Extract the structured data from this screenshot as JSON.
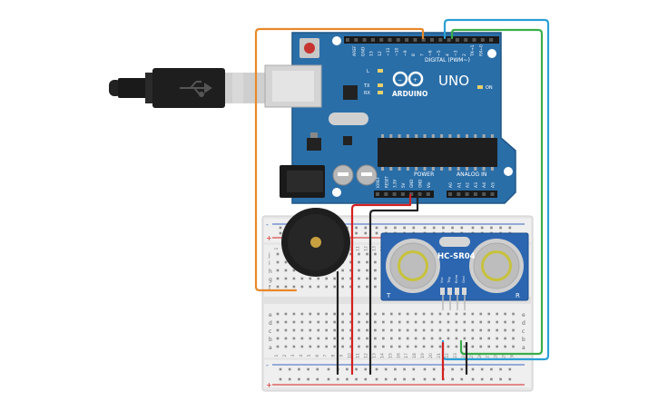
{
  "board": {
    "brand": "ARDUINO",
    "model": "UNO",
    "digital_header": "DIGITAL (PWM~)",
    "power_header": "POWER",
    "analog_header": "ANALOG IN",
    "on_label": "ON",
    "led_labels": [
      "L",
      "TX",
      "RX"
    ],
    "digital_pins": [
      "AREF",
      "GND",
      "13",
      "12",
      "~11",
      "~10",
      "~9",
      "8",
      "7",
      "~6",
      "~5",
      "4",
      "~3",
      "2",
      "TX→1",
      "RX←0"
    ],
    "power_pins": [
      "IOREF",
      "RESET",
      "3.3V",
      "5V",
      "GND",
      "GND",
      "Vin"
    ],
    "analog_pins": [
      "A0",
      "A1",
      "A2",
      "A3",
      "A4",
      "A5"
    ]
  },
  "sensor": {
    "name": "HC-SR04",
    "pins": [
      "Vcc",
      "Trig",
      "Echo",
      "Gnd"
    ],
    "left_mark": "T",
    "right_mark": "R"
  },
  "breadboard": {
    "rows_top": [
      "j",
      "i",
      "h",
      "g",
      "f"
    ],
    "rows_bottom": [
      "e",
      "d",
      "c",
      "b",
      "a"
    ],
    "plus": "+",
    "minus": "-",
    "col_numbers": [
      "1",
      "2",
      "3",
      "4",
      "5",
      "6",
      "7",
      "8",
      "9",
      "10",
      "11",
      "12",
      "13",
      "14",
      "15",
      "16",
      "17",
      "18",
      "19",
      "20",
      "21",
      "22",
      "23",
      "24",
      "25",
      "26",
      "27",
      "28",
      "29",
      "30"
    ]
  },
  "colors": {
    "board": "#2a6ea8",
    "board_dark": "#1f5686",
    "wire_orange": "#e8882a",
    "wire_blue": "#2a9fd6",
    "wire_green": "#3aae4a",
    "wire_red": "#d42020",
    "wire_black": "#222222",
    "sensor": "#2c66b0",
    "breadboard": "#e8e8e8"
  }
}
